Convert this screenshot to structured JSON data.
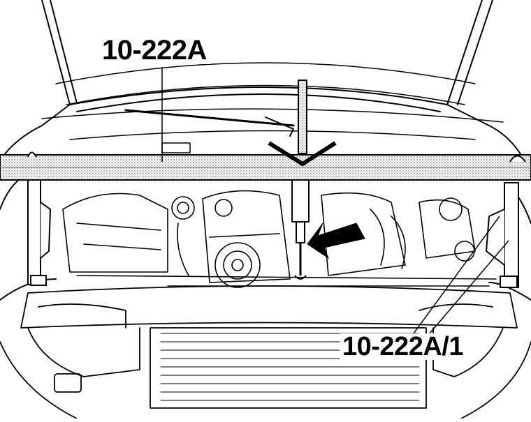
{
  "diagram": {
    "callouts": [
      {
        "id": "support-bar",
        "text": "10-222A"
      },
      {
        "id": "support-leg",
        "text": "10-222A/1"
      }
    ],
    "arrow_target": "engine-lifting-hook",
    "colors": {
      "ink": "#000000",
      "paper": "#ffffff",
      "bar_fill": "#d6d6d6"
    }
  }
}
